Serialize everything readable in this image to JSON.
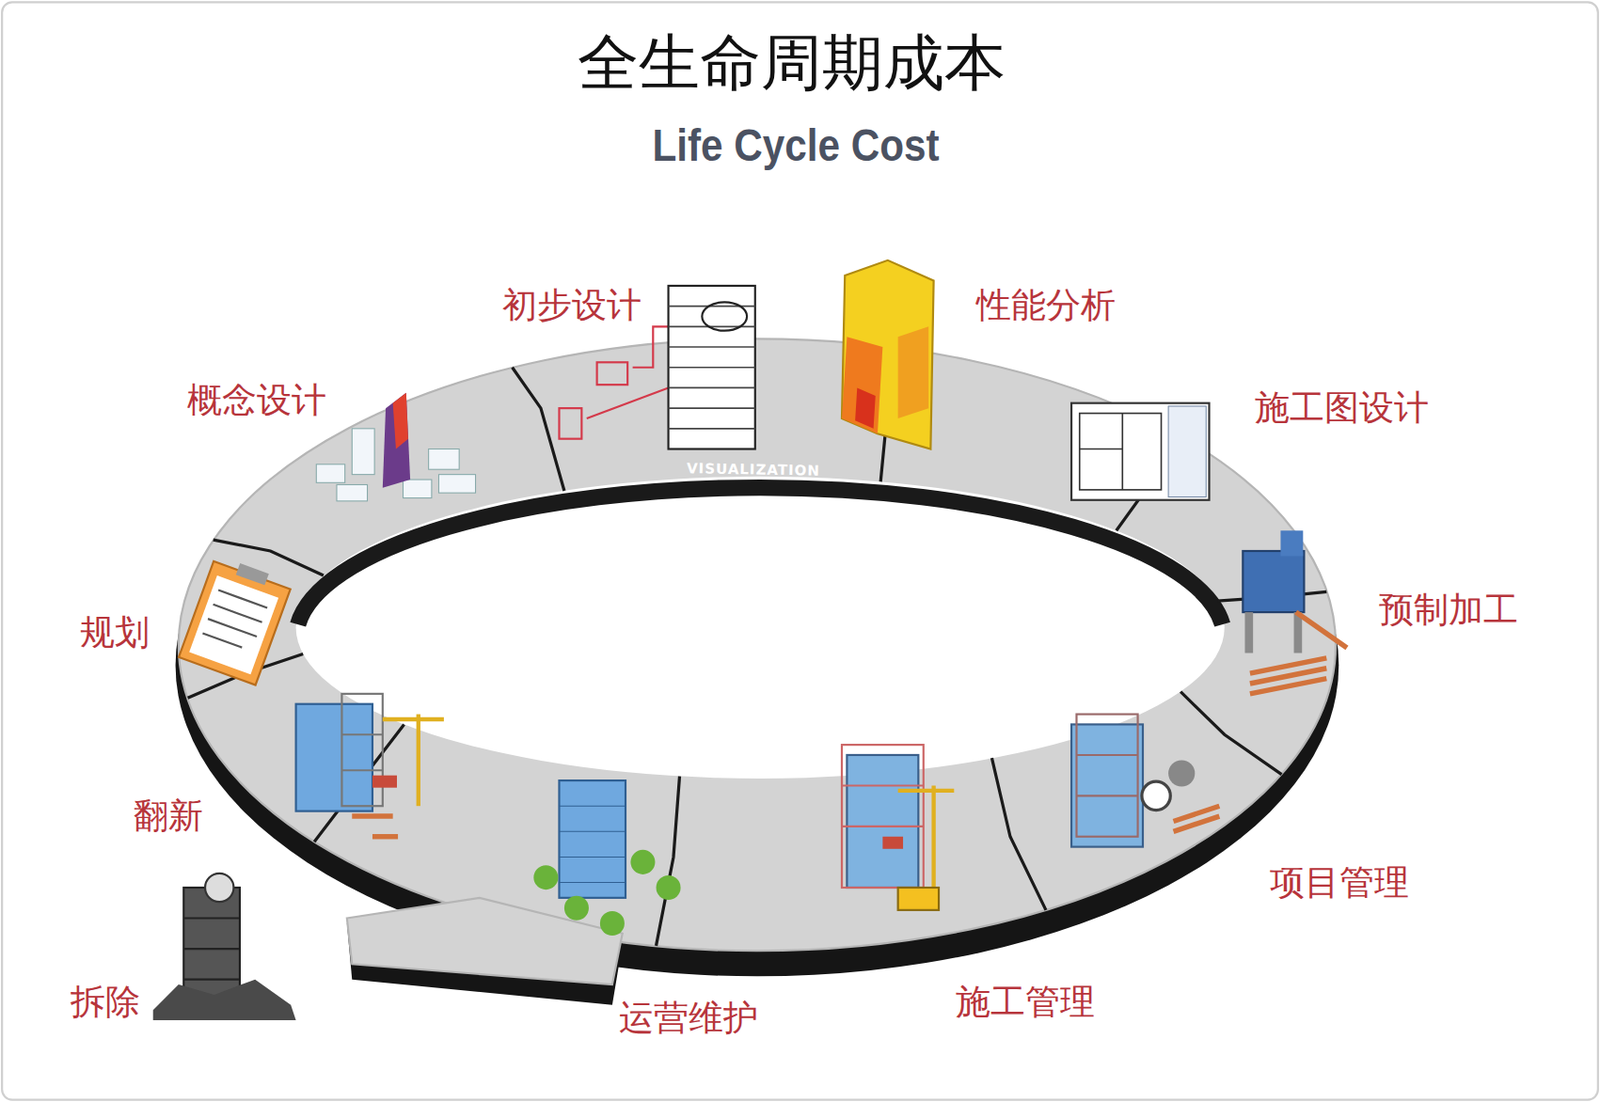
{
  "diagram": {
    "title": "全生命周期成本",
    "labels": [
      "Life Cycle Cost",
      "初步设计",
      "性能分析",
      "概念设计",
      "VISUALIZATION",
      "施工图设计",
      "规划",
      "预制加工",
      "翻新",
      "项目管理",
      "拆除",
      "运营维护",
      "施工管理"
    ]
  }
}
